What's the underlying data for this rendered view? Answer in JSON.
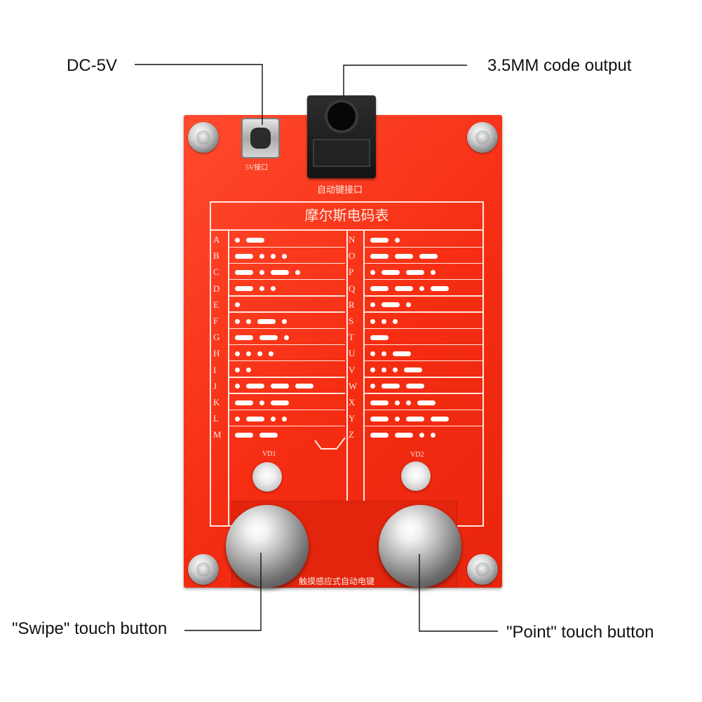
{
  "labels": {
    "dc": "DC-5V",
    "jack": "3.5MM code output",
    "swipe": "\"Swipe\" touch button",
    "point": "\"Point\" touch button"
  },
  "board": {
    "table_title": "摩尔斯电码表",
    "jack_caption": "自动键接口",
    "bottom_caption": "触摸感应式自动电键",
    "led_left": "VD1",
    "led_right": "VD2",
    "usb_caption": "5V接口",
    "color": "#f52d12"
  },
  "morse": {
    "left": [
      {
        "letter": "A",
        "code": ".-"
      },
      {
        "letter": "B",
        "code": "-..."
      },
      {
        "letter": "C",
        "code": "-.-."
      },
      {
        "letter": "D",
        "code": "-.."
      },
      {
        "letter": "E",
        "code": "."
      },
      {
        "letter": "F",
        "code": "..-."
      },
      {
        "letter": "G",
        "code": "--."
      },
      {
        "letter": "H",
        "code": "...."
      },
      {
        "letter": "I",
        "code": ".."
      },
      {
        "letter": "J",
        "code": ".---"
      },
      {
        "letter": "K",
        "code": "-.-"
      },
      {
        "letter": "L",
        "code": ".-.."
      },
      {
        "letter": "M",
        "code": "--"
      }
    ],
    "right": [
      {
        "letter": "N",
        "code": "-."
      },
      {
        "letter": "O",
        "code": "---"
      },
      {
        "letter": "P",
        "code": ".--."
      },
      {
        "letter": "Q",
        "code": "--.-"
      },
      {
        "letter": "R",
        "code": ".-."
      },
      {
        "letter": "S",
        "code": "..."
      },
      {
        "letter": "T",
        "code": "-"
      },
      {
        "letter": "U",
        "code": "..-"
      },
      {
        "letter": "V",
        "code": "...-"
      },
      {
        "letter": "W",
        "code": ".--"
      },
      {
        "letter": "X",
        "code": "-..-"
      },
      {
        "letter": "Y",
        "code": "-.--"
      },
      {
        "letter": "Z",
        "code": "--.."
      }
    ]
  }
}
